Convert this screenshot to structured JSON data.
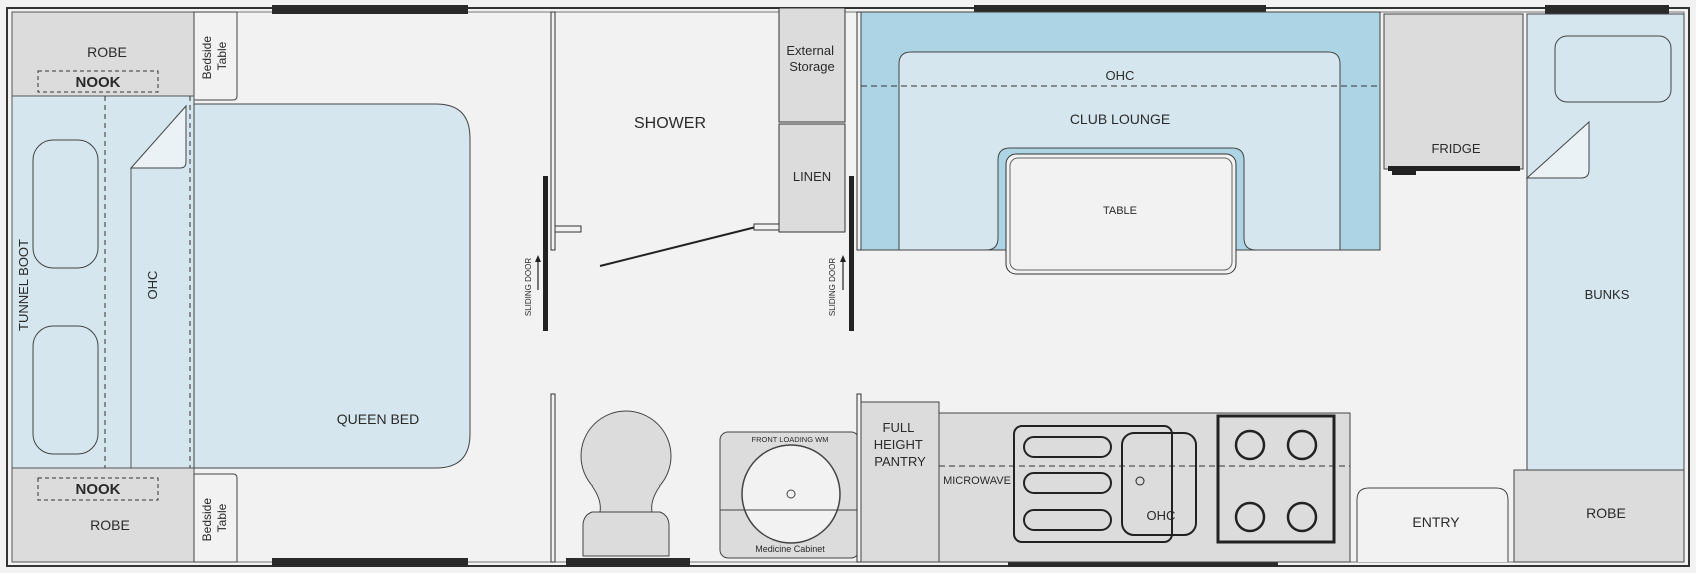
{
  "rooms": {
    "robe_top_left": "ROBE",
    "nook_top": "NOOK",
    "bedside_top": [
      "Bedside",
      "Table"
    ],
    "tunnel_boot": "TUNNEL BOOT",
    "ohc_bedroom": "OHC",
    "queen_bed": "QUEEN BED",
    "nook_bottom": "NOOK",
    "robe_bottom_left": "ROBE",
    "bedside_bottom": [
      "Bedside",
      "Table"
    ],
    "shower": "SHOWER",
    "external_storage": [
      "External",
      "Storage"
    ],
    "linen": "LINEN",
    "sliding_door_left": "SLIDING DOOR",
    "sliding_door_right": "SLIDING DOOR",
    "washing_machine": "FRONT LOADING WM",
    "medicine_cabinet": "Medicine Cabinet",
    "ohc_lounge": "OHC",
    "club_lounge": "CLUB LOUNGE",
    "table": "TABLE",
    "fridge": "FRIDGE",
    "bunks": "BUNKS",
    "full_height_pantry": [
      "FULL",
      "HEIGHT",
      "PANTRY"
    ],
    "microwave": "MICROWAVE",
    "ohc_kitchen": "OHC",
    "entry": "ENTRY",
    "robe_bottom_right": "ROBE"
  },
  "colors": {
    "background": "#f2f2f2",
    "bed_fill": "#d5e6ee",
    "lounge_fill": "#acd4e4",
    "cabinet_fill": "#dcdcdc",
    "wall": "#333333",
    "window": "#2a2a2a"
  }
}
